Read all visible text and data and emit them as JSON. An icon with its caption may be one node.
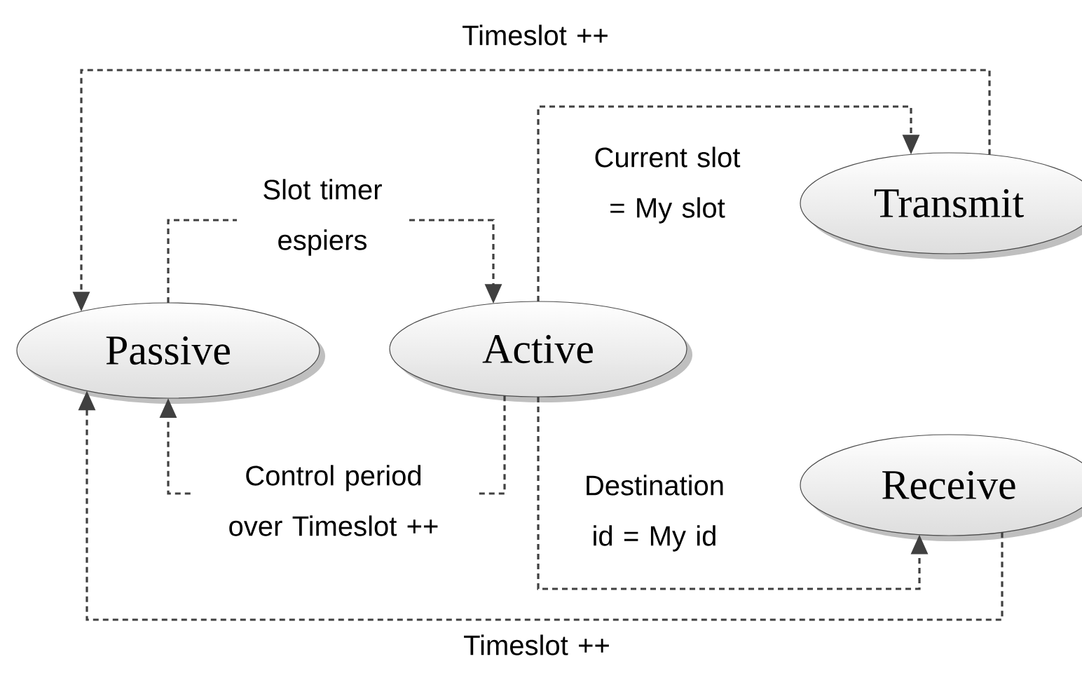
{
  "diagram": {
    "nodes": [
      {
        "text": [
          "Passive"
        ]
      },
      {
        "text": [
          "Active"
        ]
      },
      {
        "text": [
          "Transmit"
        ]
      },
      {
        "text": [
          "Receive"
        ]
      }
    ],
    "edges": [
      {
        "from": 0,
        "to": 1,
        "arrow": "to",
        "style": "dashed",
        "label": "Slot timer espiers"
      },
      {
        "from": 1,
        "to": 2,
        "arrow": "to",
        "style": "dashed",
        "label": "Current slot = My slot"
      },
      {
        "from": 2,
        "to": 0,
        "arrow": "to",
        "style": "dashed",
        "label": "Timeslot ++"
      },
      {
        "from": 1,
        "to": 0,
        "arrow": "to",
        "style": "dashed",
        "label": "Control period over Timeslot ++"
      },
      {
        "from": 1,
        "to": 3,
        "arrow": "to",
        "style": "dashed",
        "label": "Destination id = My id"
      },
      {
        "from": 3,
        "to": 0,
        "arrow": "to",
        "style": "dashed",
        "label": "Timeslot ++"
      }
    ]
  }
}
